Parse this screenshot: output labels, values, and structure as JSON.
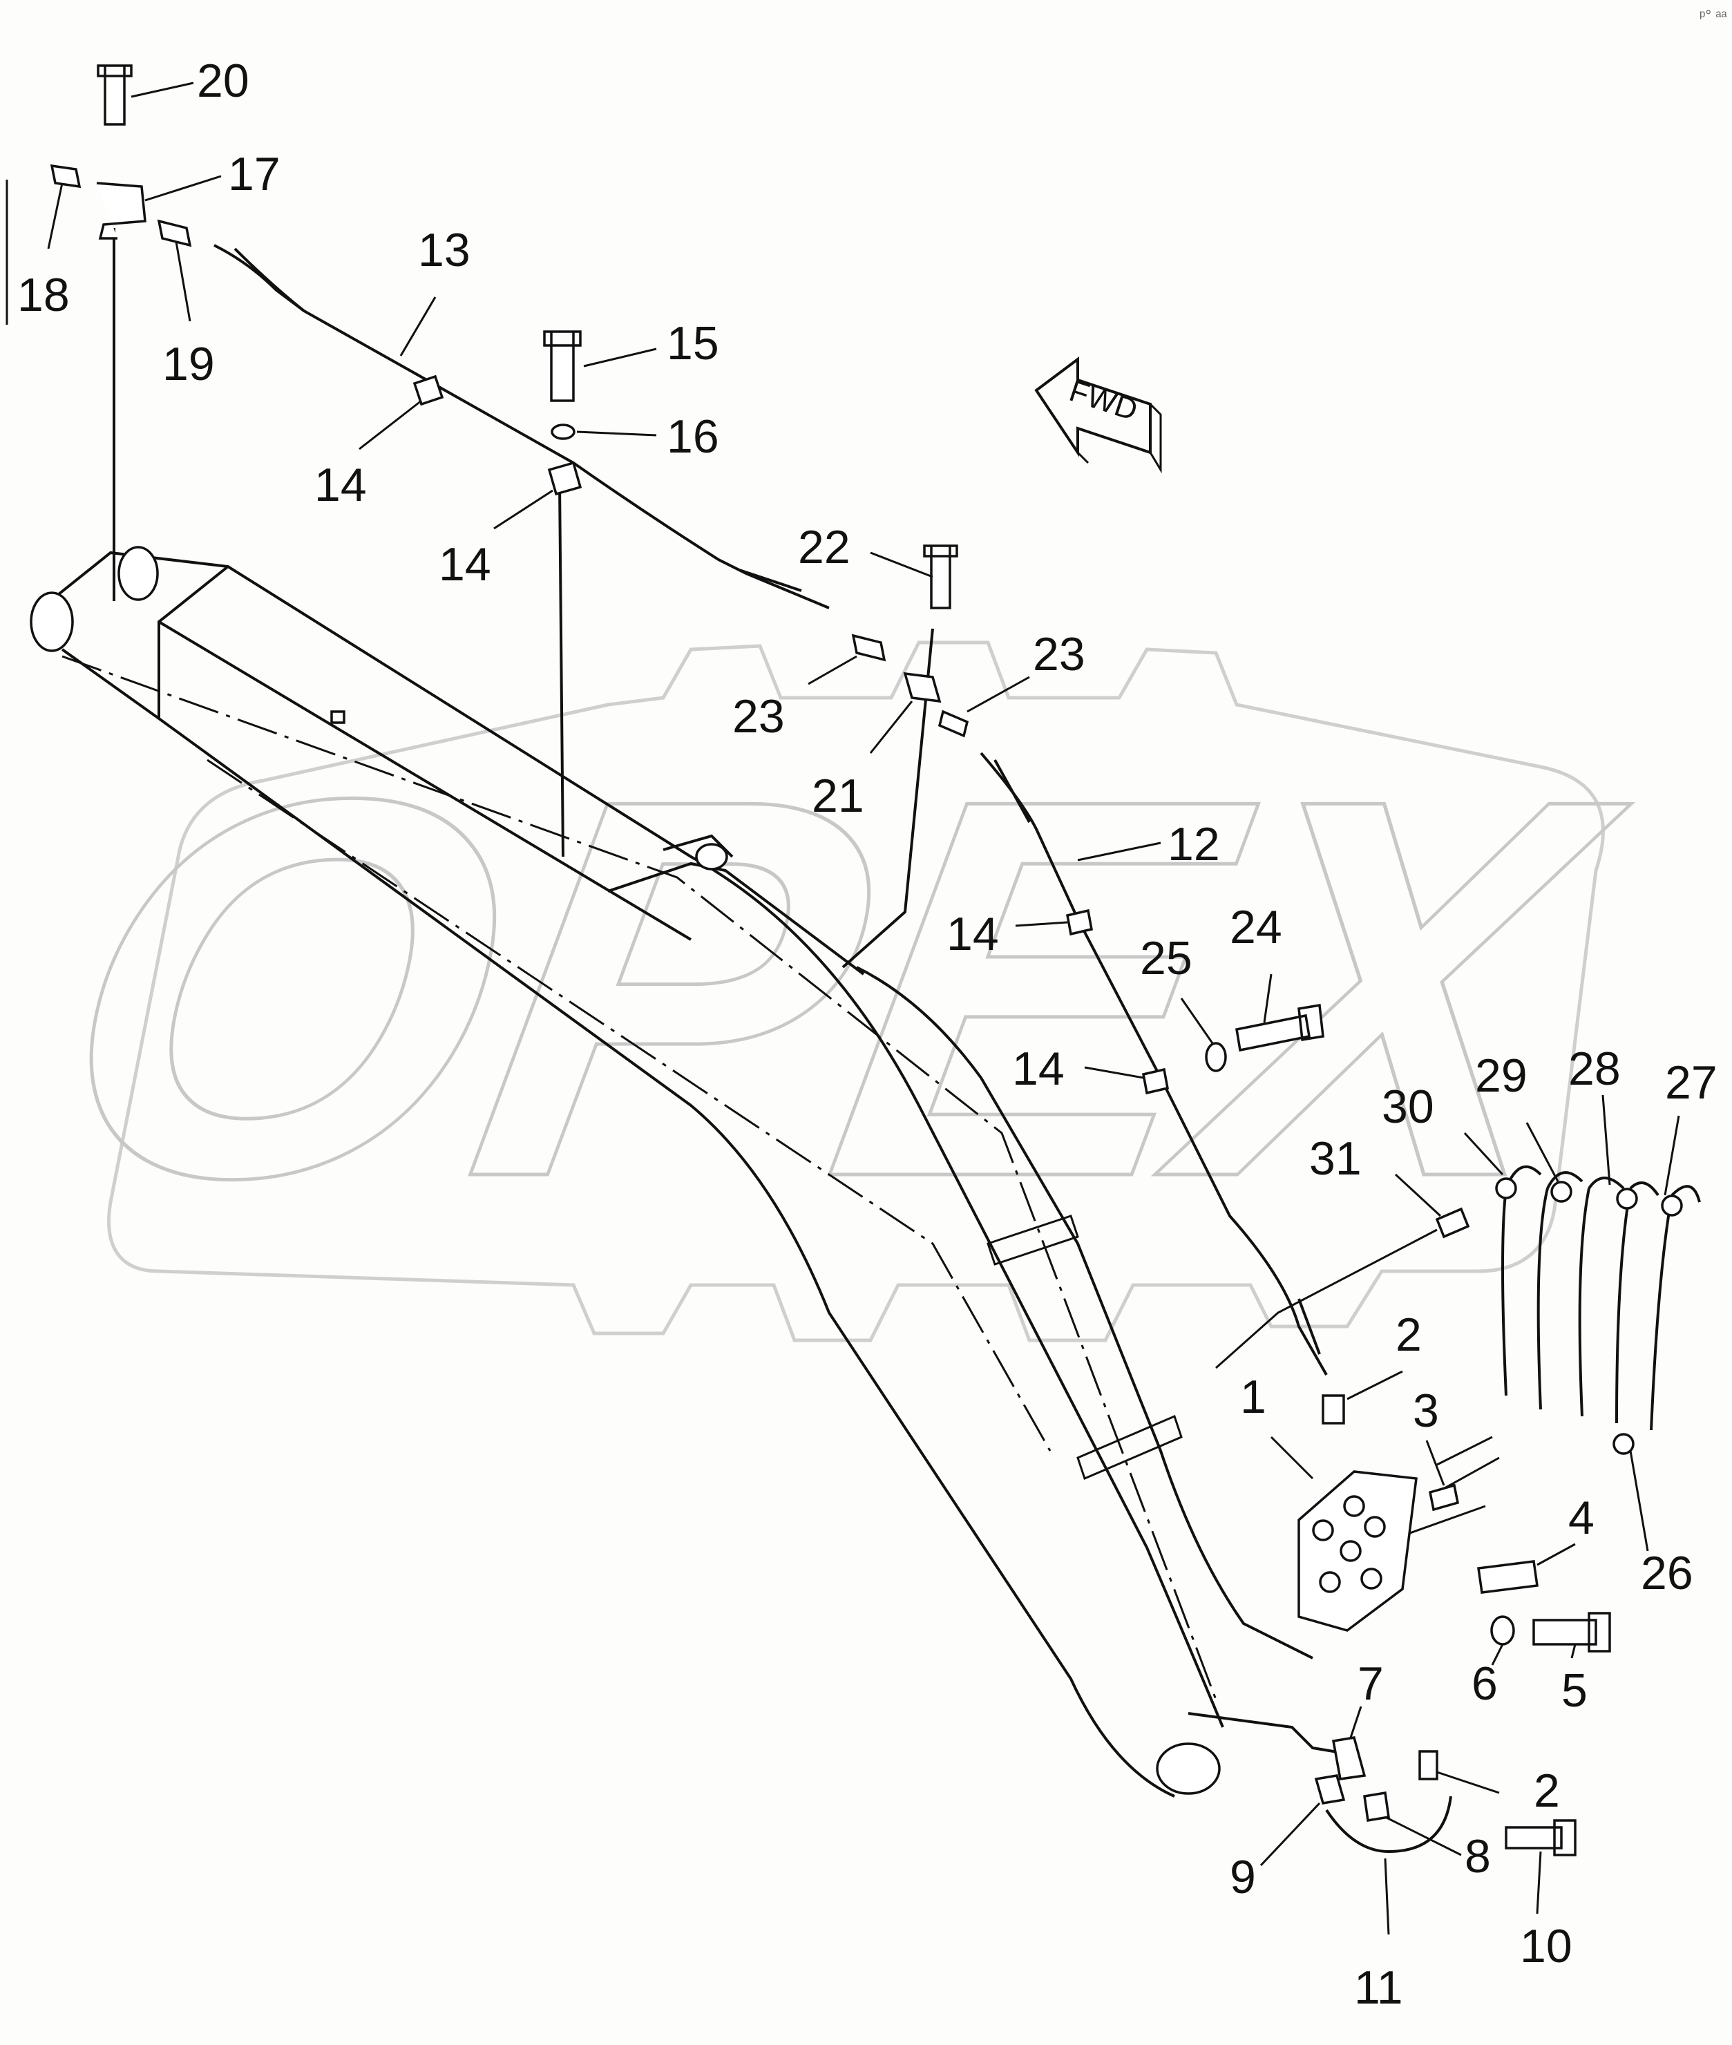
{
  "watermark": {
    "text": "OPEX"
  },
  "direction_marker": {
    "text": "FWD"
  },
  "corner_mark": "ᵖ° ᵃᵃ",
  "callouts": [
    "1",
    "2",
    "2",
    "3",
    "4",
    "5",
    "6",
    "7",
    "8",
    "9",
    "10",
    "11",
    "12",
    "13",
    "14",
    "14",
    "14",
    "14",
    "15",
    "16",
    "17",
    "18",
    "19",
    "20",
    "21",
    "22",
    "23",
    "23",
    "24",
    "25",
    "26",
    "27",
    "28",
    "29",
    "30",
    "31"
  ]
}
